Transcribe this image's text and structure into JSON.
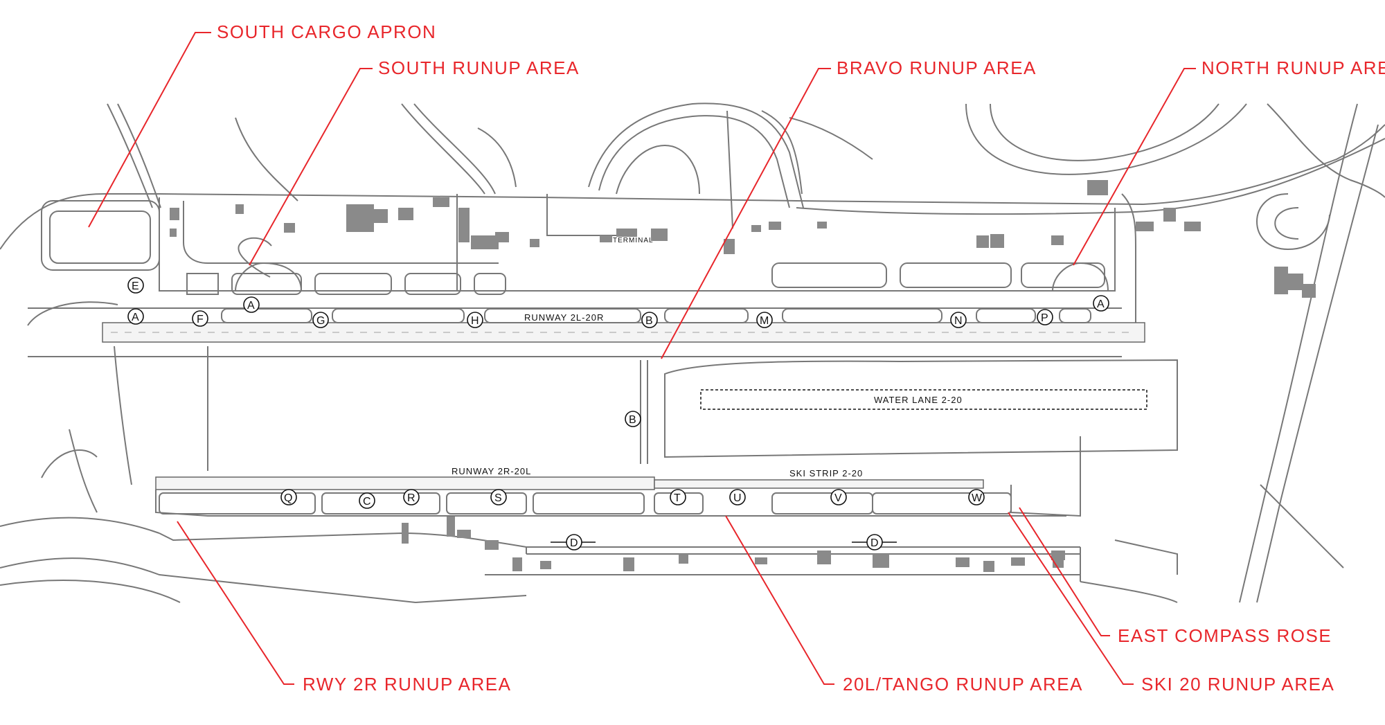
{
  "callouts": {
    "south_cargo_apron": "SOUTH CARGO APRON",
    "south_runup_area": "SOUTH RUNUP AREA",
    "bravo_runup_area": "BRAVO RUNUP AREA",
    "north_runup_area": "NORTH RUNUP AREA",
    "rwy_2r_runup_area": "RWY 2R RUNUP AREA",
    "tango_runup_area": "20L/TANGO RUNUP AREA",
    "east_compass_rose": "EAST COMPASS ROSE",
    "ski_20_runup_area": "SKI 20 RUNUP AREA"
  },
  "runways": {
    "rwy_2l_20r": "RUNWAY 2L-20R",
    "rwy_2r_20l": "RUNWAY 2R-20L",
    "water_lane": "WATER LANE 2-20",
    "ski_strip": "SKI STRIP 2-20"
  },
  "terminal_label": "TERMINAL",
  "taxiways": {
    "e": "E",
    "a_west": "A",
    "f": "F",
    "a_south": "A",
    "g": "G",
    "h": "H",
    "b_north": "B",
    "m": "M",
    "n": "N",
    "p": "P",
    "a_east": "A",
    "b_mid": "B",
    "q": "Q",
    "c": "C",
    "r": "R",
    "s": "S",
    "t": "T",
    "u": "U",
    "v": "V",
    "w": "W",
    "d_west": "D",
    "d_east": "D"
  },
  "colors": {
    "callout_red": "#e8262b",
    "line_gray": "#777777",
    "building_gray": "#8a8a8a"
  }
}
